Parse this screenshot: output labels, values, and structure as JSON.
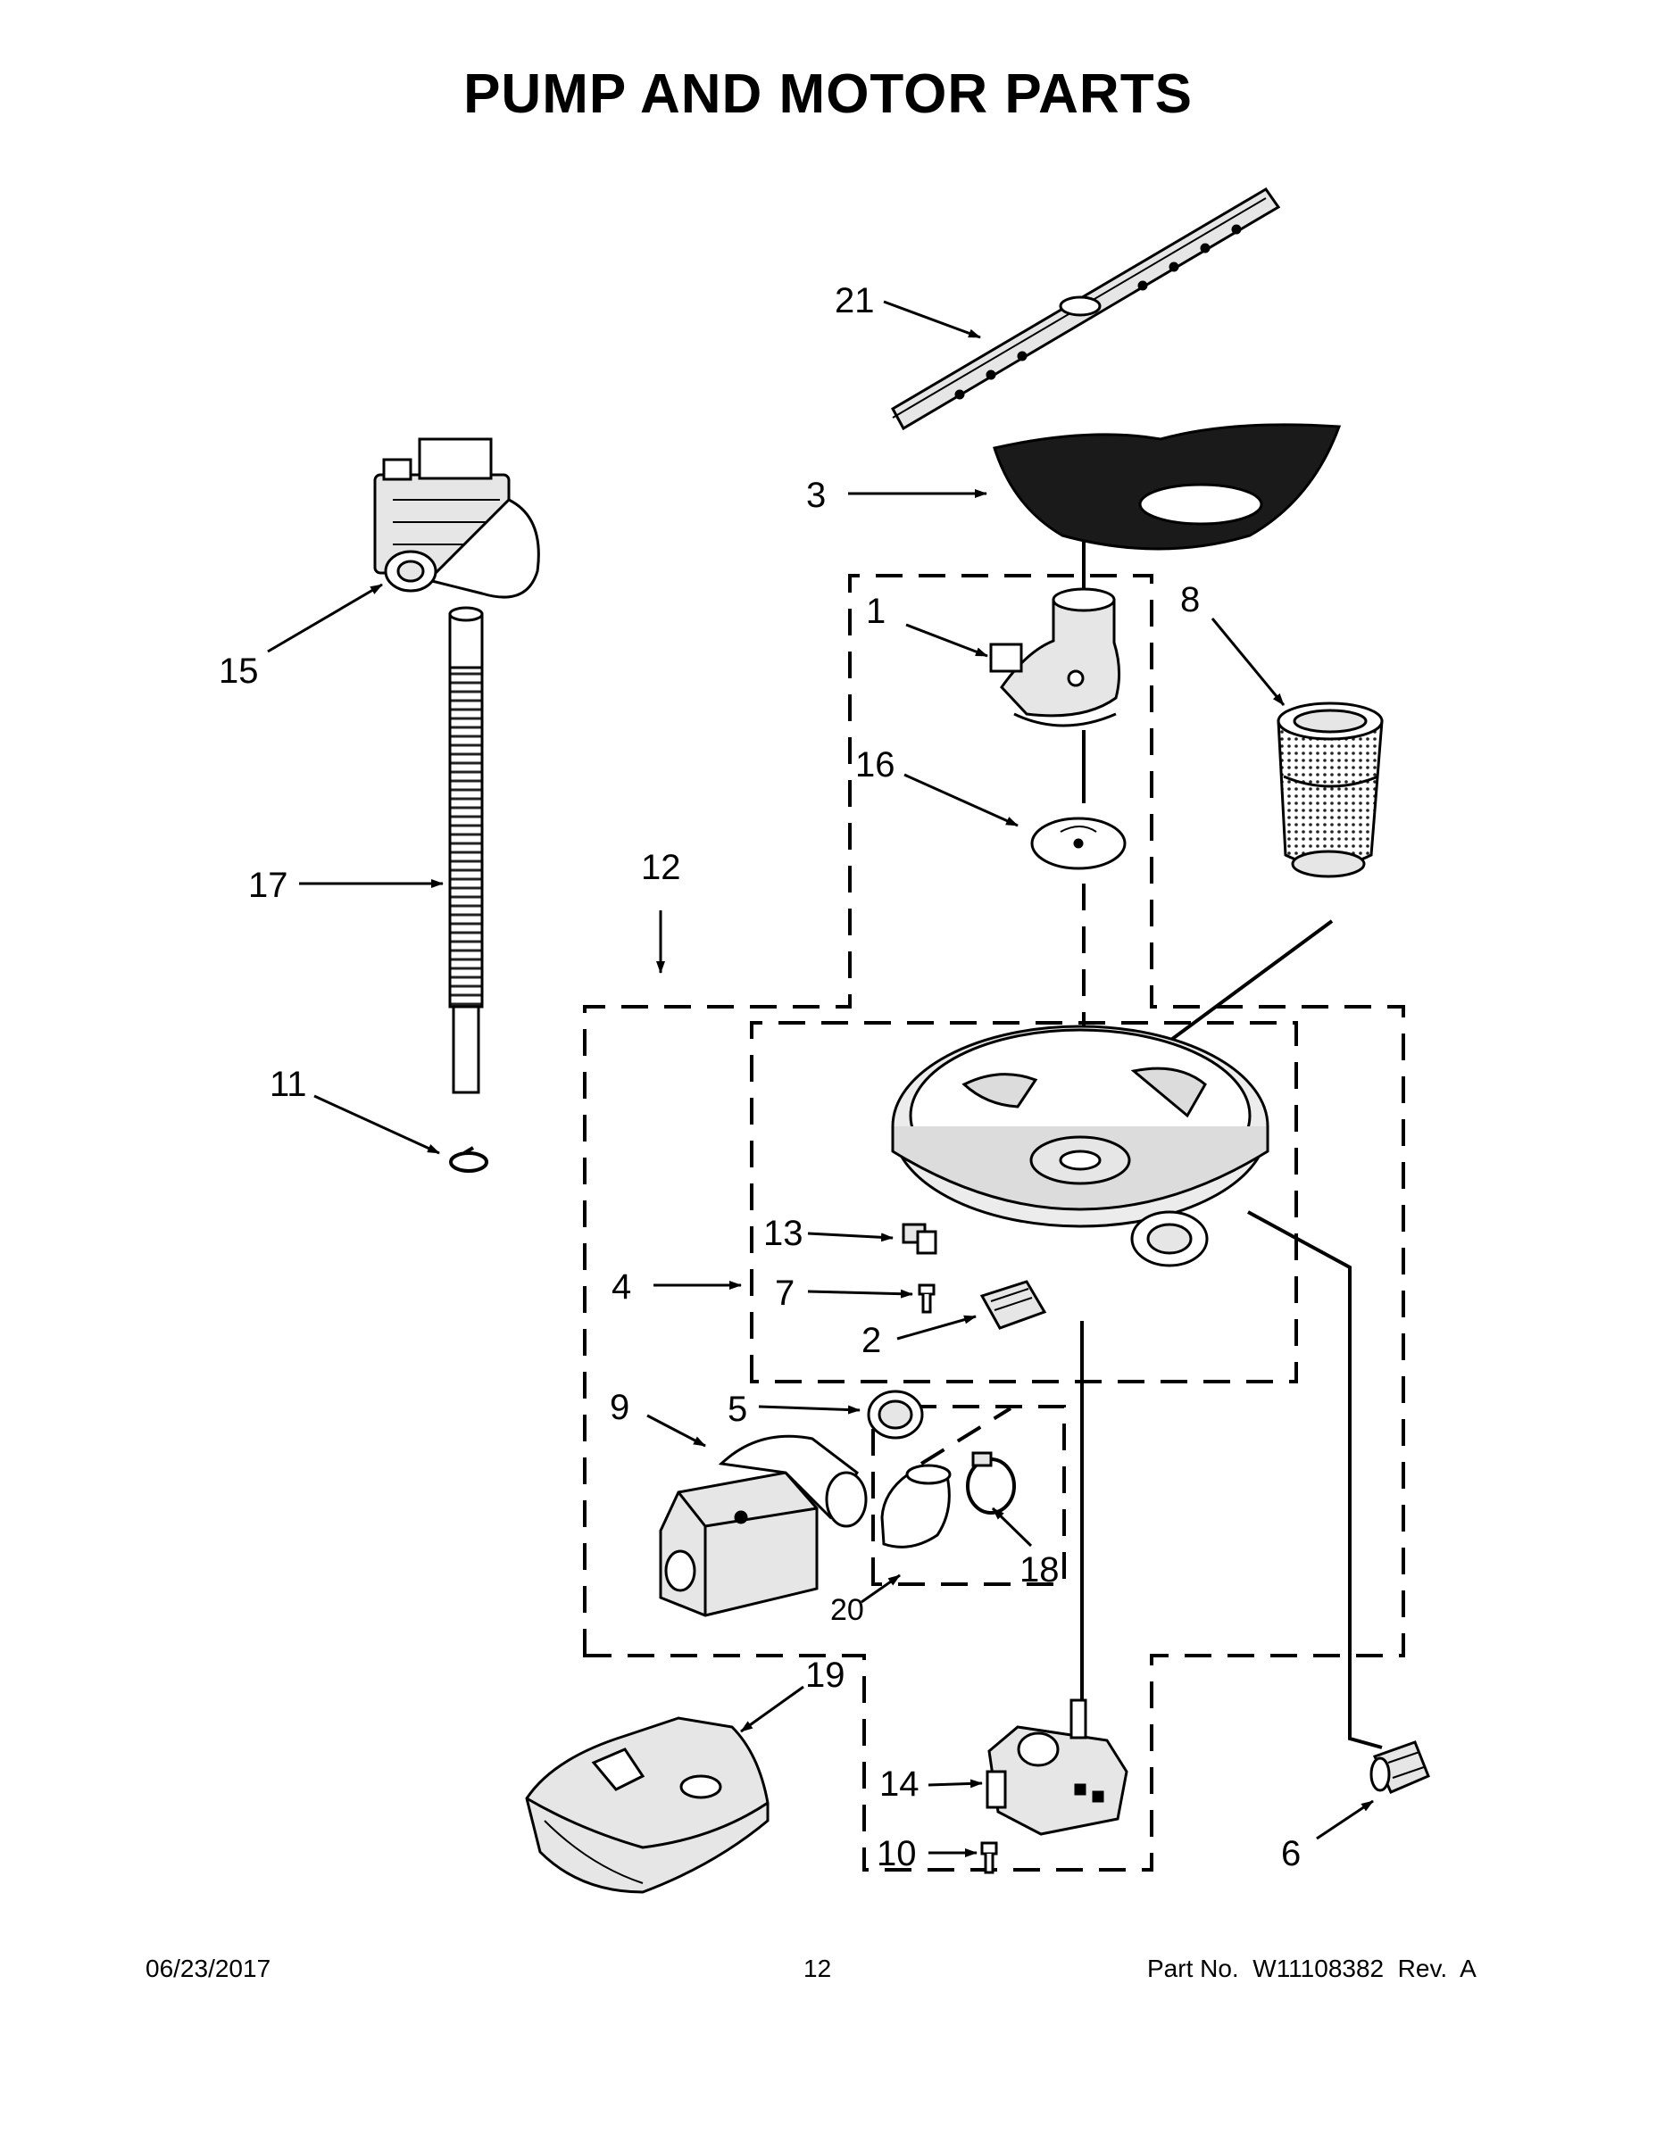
{
  "title": "PUMP AND MOTOR PARTS",
  "footer": {
    "date": "06/23/2017",
    "page": "12",
    "part_number": "Part No.  W11108382  Rev.  A"
  },
  "callouts": [
    "21",
    "3",
    "1",
    "8",
    "16",
    "15",
    "17",
    "12",
    "11",
    "13",
    "4",
    "7",
    "2",
    "9",
    "5",
    "18",
    "20",
    "19",
    "14",
    "10",
    "6"
  ]
}
